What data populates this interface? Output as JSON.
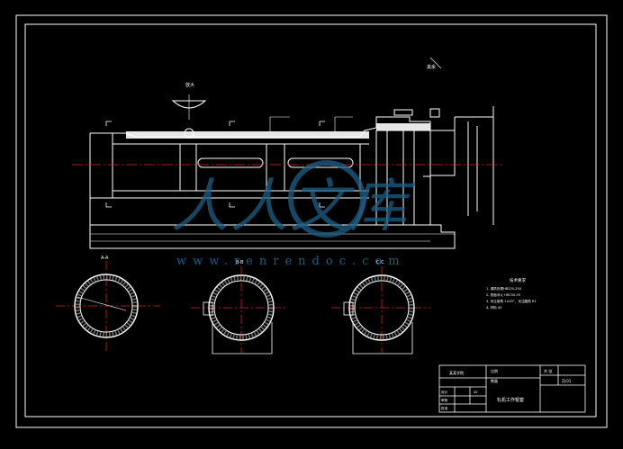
{
  "drawing": {
    "section_labels": {
      "a": "A-A",
      "b": "B-B",
      "c": "C-C"
    },
    "view_label": "放大",
    "roughness_label": "其余",
    "tech_notes": {
      "title": "技术要求",
      "items": [
        "1. 调质处理HB220-250",
        "2. 表面淬火 HRC50-55",
        "3. 未注倒角 1×45°，未注圆角 R1",
        "4. 材料 45"
      ]
    }
  },
  "title_block": {
    "drawing_name": "轧机工作辊套",
    "material": "45",
    "designer_label": "设计",
    "checker_label": "审核",
    "approve_label": "批准",
    "company": "某某学院",
    "scale_label": "比例",
    "qty_label": "数量",
    "sheet_label": "共 张",
    "drawing_no": "ZJ-01"
  },
  "watermark": {
    "chars": "人人文库",
    "url": "www.renrendoc.com"
  }
}
